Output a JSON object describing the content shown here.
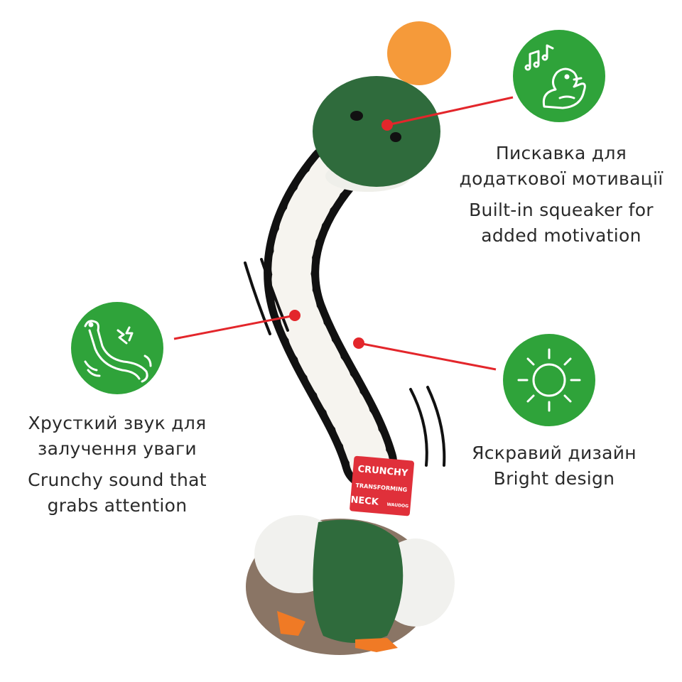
{
  "features": [
    {
      "id": "squeaker",
      "icon": "duck-squeaker-icon",
      "text_uk": [
        "Пискавка для",
        "додаткової мотивації"
      ],
      "text_en": [
        "Built-in squeaker for",
        "added motivation"
      ]
    },
    {
      "id": "crunchy",
      "icon": "crunchy-neck-icon",
      "text_uk": [
        "Хрусткий звук для",
        "залучення уваги"
      ],
      "text_en": [
        "Crunchy sound that",
        "grabs attention"
      ]
    },
    {
      "id": "bright",
      "icon": "sun-icon",
      "text_uk": [
        "Яскравий дизайн"
      ],
      "text_en": [
        "Bright design"
      ]
    }
  ],
  "toy_label": {
    "line1": "CRUNCHY",
    "line2": "TRANSFORMING",
    "line3": "NECK",
    "brand": "WAUDOG"
  },
  "colors": {
    "accent_green": "#2fa33a",
    "pointer_red": "#e3262b",
    "duck_green": "#2f6b3c",
    "hat_orange": "#f59a3a",
    "label_red": "#e0303a"
  }
}
